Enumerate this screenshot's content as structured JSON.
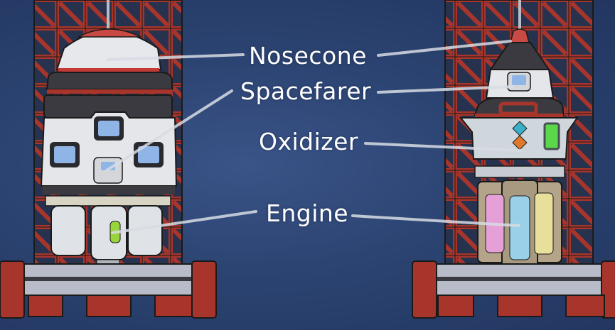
{
  "labels": {
    "nosecone": "Nosecone",
    "spacefarer": "Spacefarer",
    "oxidizer": "Oxidizer",
    "engine": "Engine"
  },
  "colors": {
    "background": "#2c4472",
    "gantry_red": "#a8352c",
    "hull_white": "#e4e6ea",
    "hull_dark": "#3a3a40",
    "window_blue": "#8fb4e6",
    "platform_gray": "#b8bcc8",
    "fuel_green": "#9ad43c",
    "oxidizer_green": "#5ad84a",
    "leader_line": "#d8dce4"
  },
  "icons": {
    "left_rocket": "rocket-illustration",
    "right_rocket": "rocket-illustration"
  }
}
